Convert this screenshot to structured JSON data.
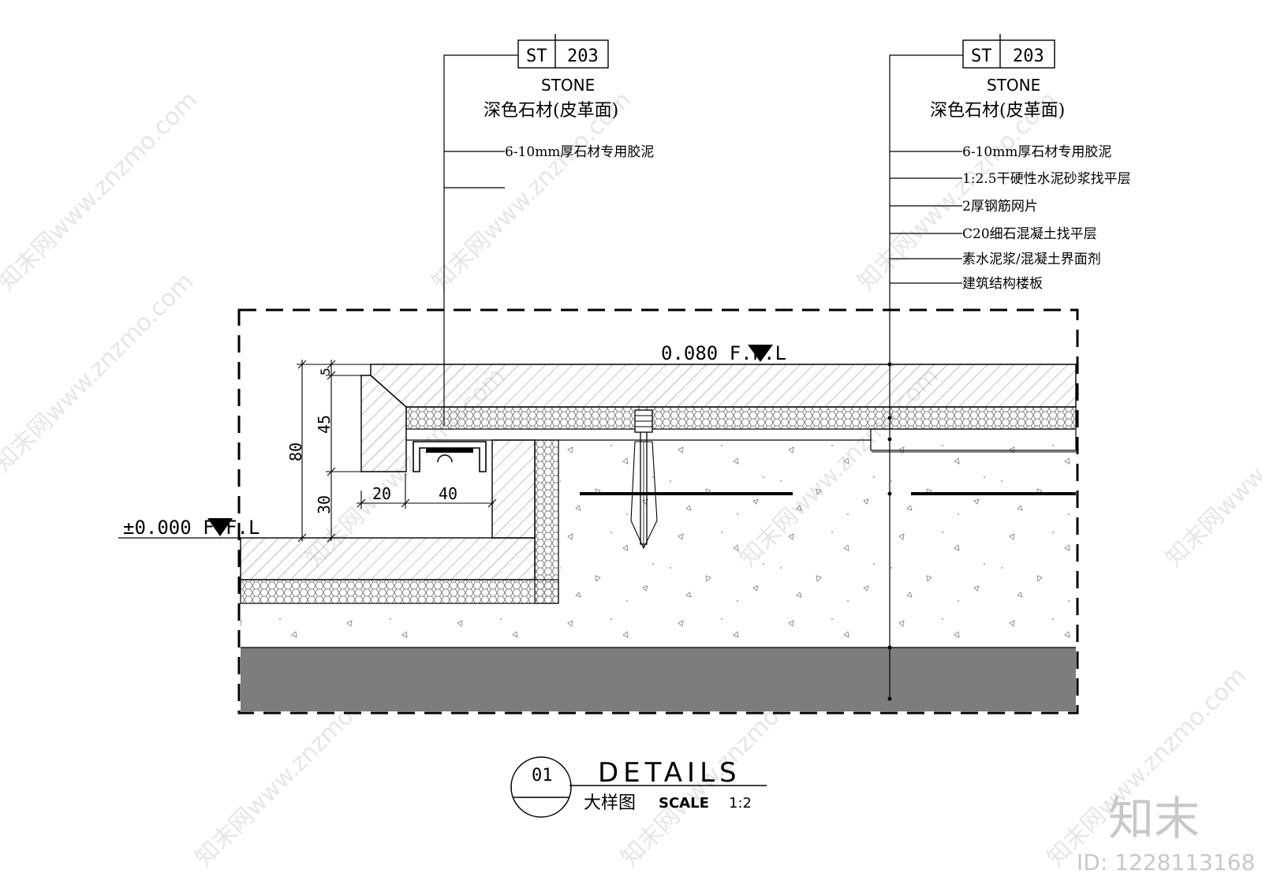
{
  "colors": {
    "line": "#000000",
    "slab": "#7d7d7d",
    "hatch": "#555555",
    "watermark": "#b9b9b9"
  },
  "callouts": [
    {
      "tag_left": "ST",
      "tag_right": "203",
      "material_en": "STONE",
      "material_cn": "深色石材(皮革面)",
      "layers": [
        "6-10mm厚石材专用胶泥"
      ]
    },
    {
      "tag_left": "ST",
      "tag_right": "203",
      "material_en": "STONE",
      "material_cn": "深色石材(皮革面)",
      "layers": [
        "6-10mm厚石材专用胶泥",
        "1:2.5干硬性水泥砂浆找平层",
        "2厚钢筋网片",
        "C20细石混凝土找平层",
        "素水泥浆/混凝土界面剂",
        "建筑结构楼板"
      ]
    }
  ],
  "levels": {
    "upper": "0.080 F.F.L",
    "lower": "±0.000 F.F.L"
  },
  "dimensions": {
    "total": "80",
    "top": "5",
    "middle": "45",
    "bottom": "30",
    "gap": "20",
    "channel": "40"
  },
  "title_block": {
    "number": "01",
    "title": "DETAILS",
    "subtitle_cn": "大样图",
    "scale_label": "SCALE",
    "scale_value": "1:2"
  },
  "watermark": {
    "site": "知末网www.znzmo.com",
    "logo": "知末",
    "id": "ID: 1228113168"
  }
}
